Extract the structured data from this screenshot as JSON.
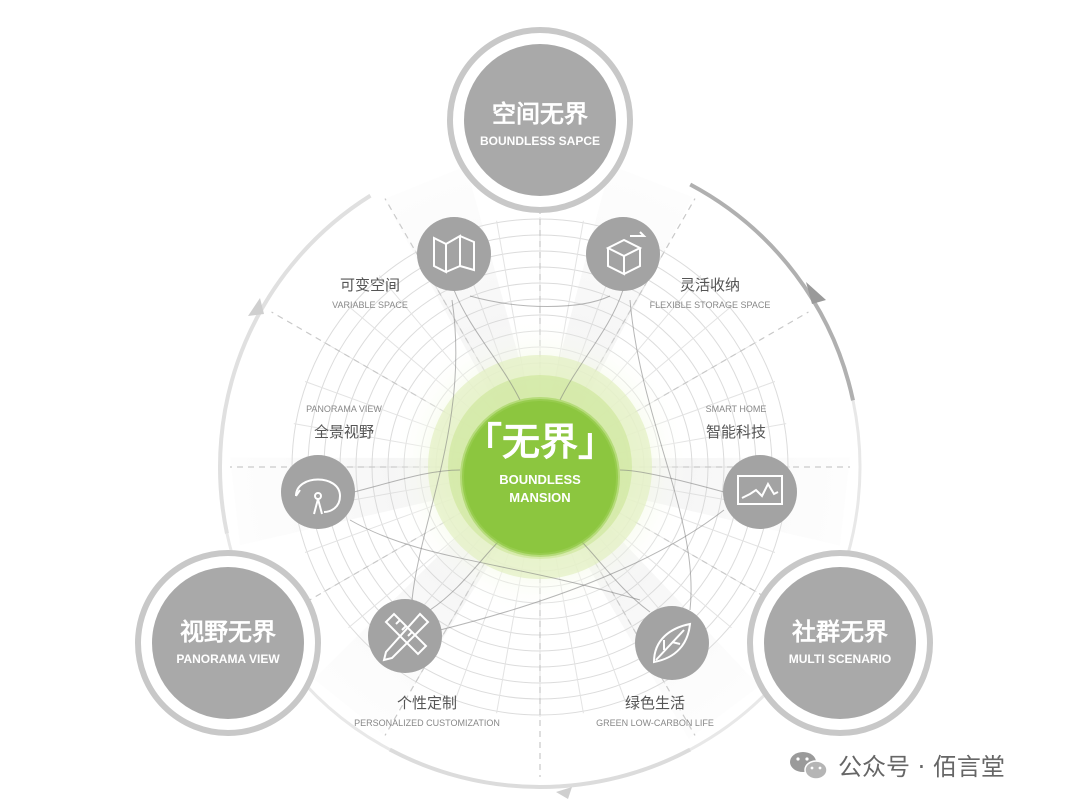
{
  "colors": {
    "hub": "#a9a9a9",
    "node": "#a3a3a3",
    "core": "#8cc63f",
    "core_glow": "#d9ecb0",
    "ring": "#bdbdbd",
    "grid": "#d6d6d6"
  },
  "center": {
    "title": "「无界」",
    "subtitle_line1": "BOUNDLESS",
    "subtitle_line2": "MANSION"
  },
  "hubs": [
    {
      "cn": "空间无界",
      "en": "BOUNDLESS SAPCE"
    },
    {
      "cn": "视野无界",
      "en": "PANORAMA VIEW"
    },
    {
      "cn": "社群无界",
      "en": "MULTI SCENARIO"
    }
  ],
  "nodes": [
    {
      "cn": "可变空间",
      "en": "VARIABLE SPACE",
      "icon": "folding-panels-icon"
    },
    {
      "cn": "灵活收纳",
      "en": "FLEXIBLE STORAGE SPACE",
      "icon": "storage-box-icon"
    },
    {
      "cn": "智能科技",
      "en": "SMART HOME",
      "icon": "monitor-chart-icon"
    },
    {
      "cn": "绿色生活",
      "en": "GREEN LOW-CARBON LIFE",
      "icon": "leaf-icon"
    },
    {
      "cn": "个性定制",
      "en": "PERSONALIZED CUSTOMIZATION",
      "icon": "ruler-pencil-icon"
    },
    {
      "cn": "全景视野",
      "en": "PANORAMA VIEW",
      "icon": "panorama-lamp-icon"
    }
  ],
  "watermark": {
    "text": "公众号 · 佰言堂",
    "icon": "wechat-icon"
  }
}
